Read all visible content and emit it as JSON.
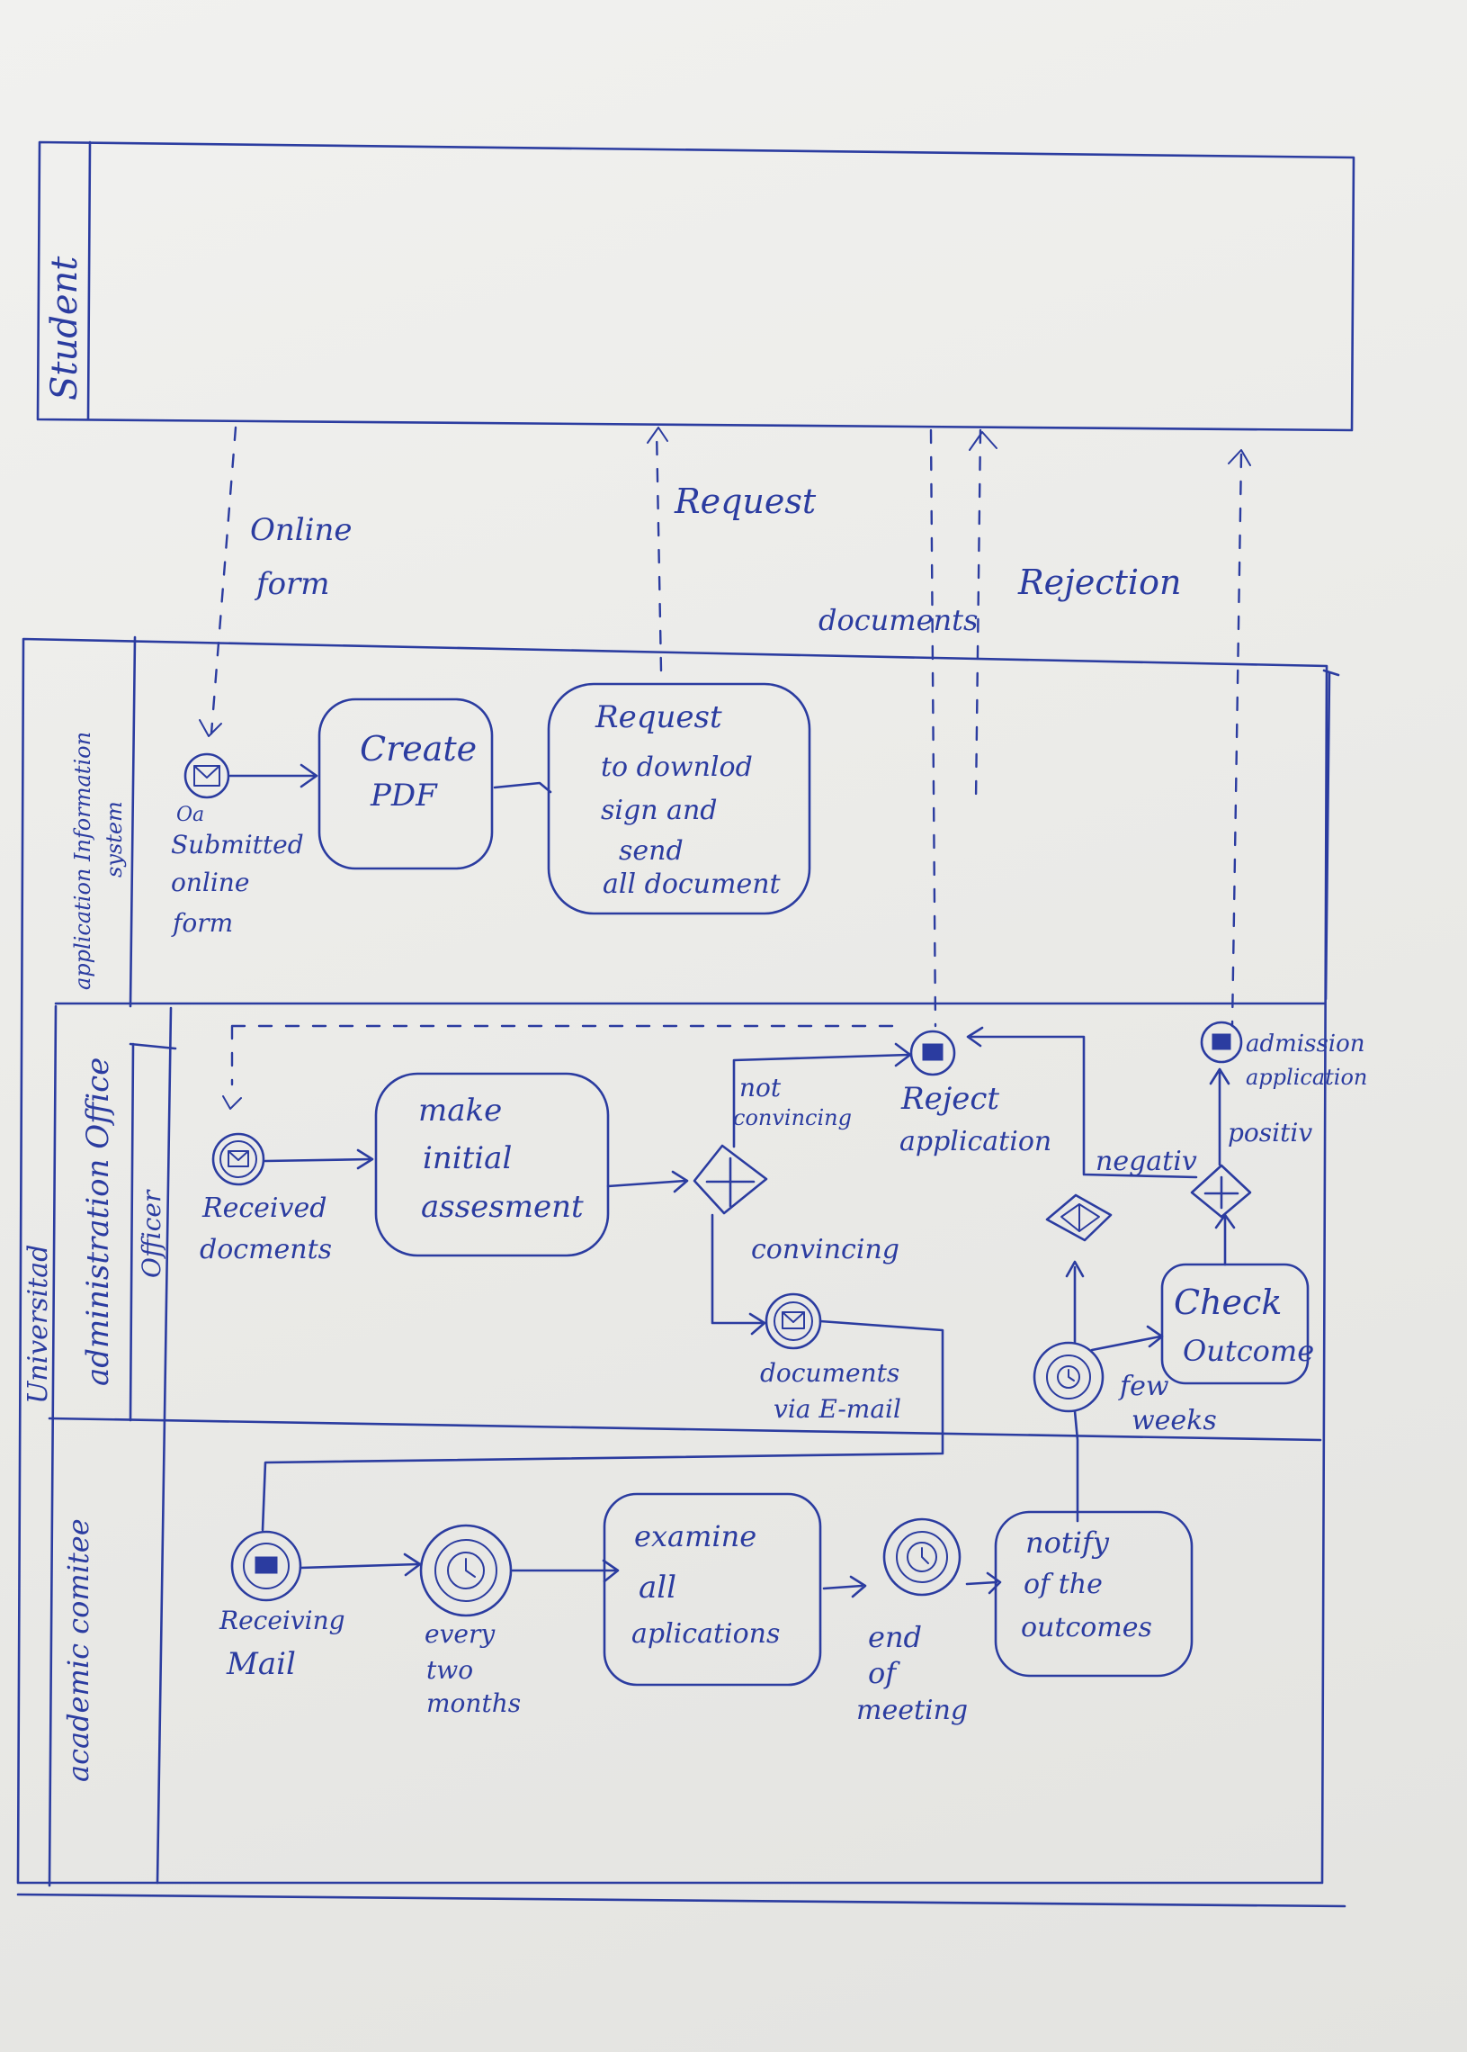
{
  "pools": {
    "student": "Student",
    "university": "Universitad"
  },
  "lanes": {
    "ais": [
      "application Information",
      "system"
    ],
    "admin": "administration Office",
    "officer": "Officer",
    "committee": "academic comitee"
  },
  "messages": {
    "online_form": [
      "Online",
      "form"
    ],
    "request": "Request",
    "documents": "documents",
    "rejection": "Rejection"
  },
  "events": {
    "submitted_prefix": "Oa",
    "submitted": [
      "Submitted",
      "online",
      "form"
    ],
    "received": [
      "Received",
      "docments"
    ],
    "reject": [
      "Reject",
      "application"
    ],
    "admission": [
      "admission",
      "application"
    ],
    "docs_email": [
      "documents",
      "via E-mail"
    ],
    "few_weeks": [
      "few",
      "weeks"
    ],
    "receiving_mail": [
      "Receiving",
      "Mail"
    ],
    "every_two_months": [
      "every",
      "two",
      "months"
    ],
    "end_meeting": [
      "end",
      "of",
      "meeting"
    ]
  },
  "tasks": {
    "create_pdf": [
      "Create",
      "PDF"
    ],
    "request_docs": [
      "Request",
      "to downlod",
      "sign and",
      "send",
      "all document"
    ],
    "initial": [
      "make",
      "initial",
      "assesment"
    ],
    "check": [
      "Check",
      "Outcome"
    ],
    "examine": [
      "examine",
      "all",
      "aplications"
    ],
    "notify": [
      "notify",
      "of the",
      "outcomes"
    ]
  },
  "flows": {
    "not_convincing": [
      "not",
      "convincing"
    ],
    "convincing": "convincing",
    "negative": "negativ",
    "positive": "positiv"
  },
  "colors": {
    "ink": "#2b3ca0",
    "paper": "#eeeeec"
  }
}
